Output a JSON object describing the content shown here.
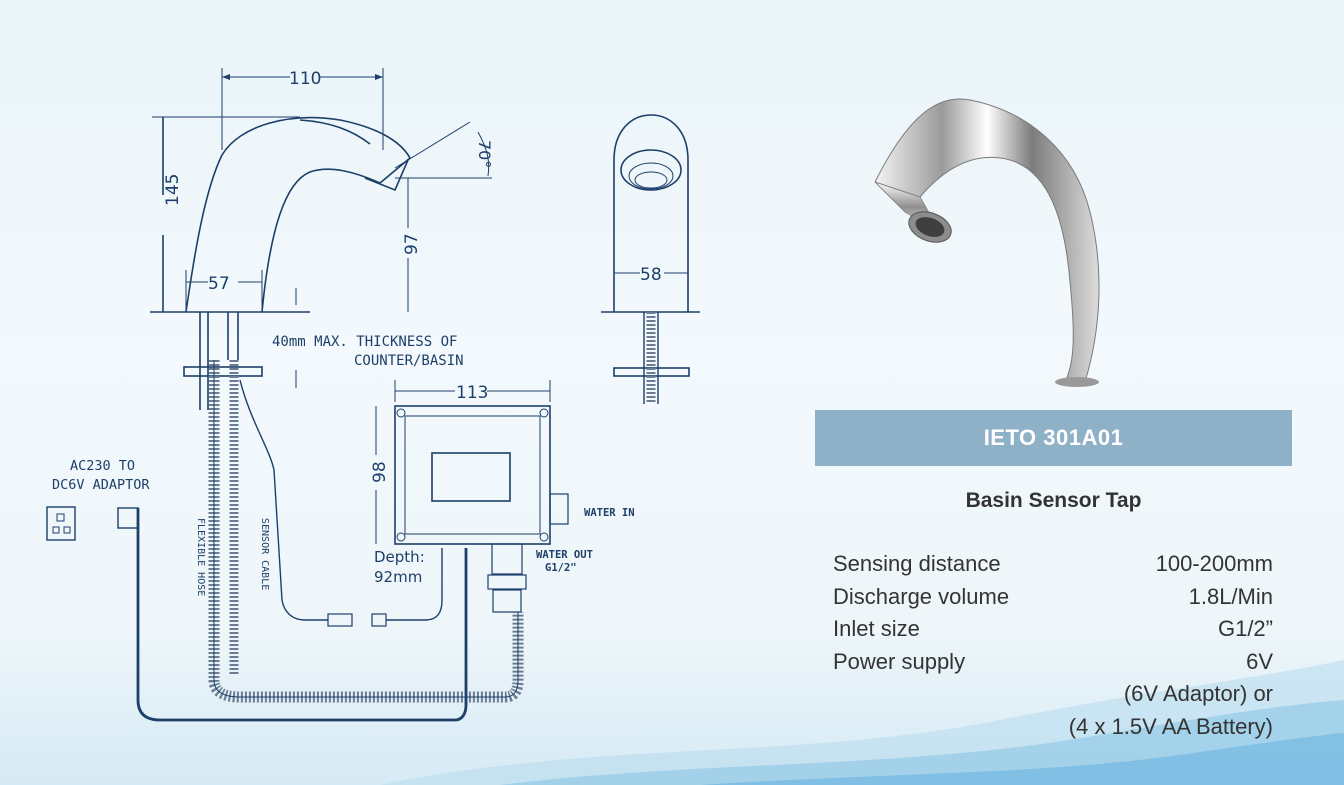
{
  "drawing": {
    "dim_width_top": "110",
    "dim_angle": "70°",
    "dim_height": "145",
    "dim_spout_height": "97",
    "dim_base": "57",
    "dim_side_width": "58",
    "counter_note_1": "40mm  MAX. THICKNESS OF",
    "counter_note_2": "COUNTER/BASIN",
    "box_width": "113",
    "box_height": "98",
    "box_depth_1": "Depth:",
    "box_depth_2": "92mm",
    "water_in": "WATER IN",
    "water_out_1": "WATER OUT",
    "water_out_2": "G1/2\"",
    "adaptor_1": "AC230 TO",
    "adaptor_2": "DC6V ADAPTOR",
    "flexible_hose": "FLEXIBLE HOSE",
    "sensor_cable": "SENSOR CABLE"
  },
  "product": {
    "model": "IETO 301A01",
    "name": "Basin Sensor Tap",
    "specs": [
      {
        "label": "Sensing distance",
        "value": "100-200mm"
      },
      {
        "label": "Discharge volume",
        "value": "1.8L/Min"
      },
      {
        "label": "Inlet size",
        "value": "G1/2”"
      },
      {
        "label": "Power supply",
        "value": "6V"
      }
    ],
    "power_notes": [
      "(6V Adaptor) or",
      "(4 x 1.5V AA Battery)"
    ]
  },
  "colors": {
    "banner": "#8fb1c8",
    "line": "#1d3f6a",
    "text": "#333333"
  }
}
